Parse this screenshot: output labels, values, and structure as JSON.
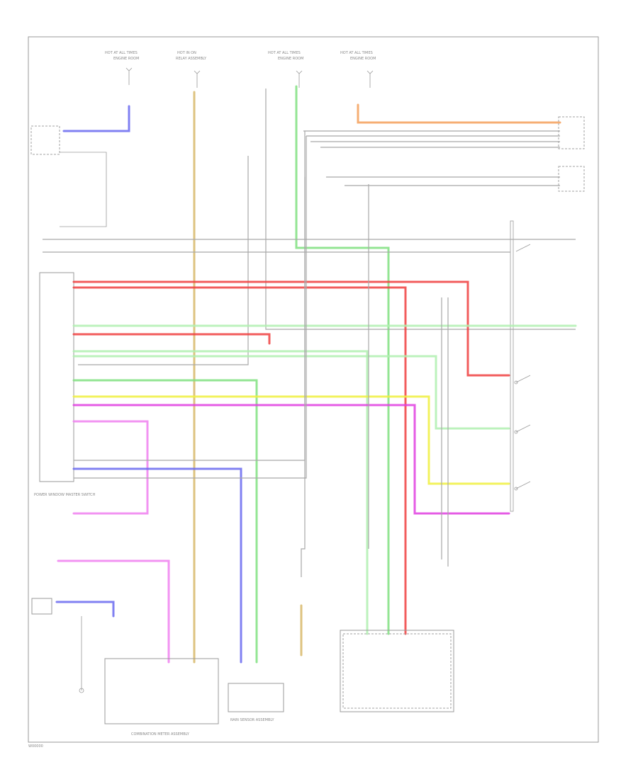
{
  "page": {
    "footer_code": "W00000"
  },
  "fuse_labels": [
    {
      "id": "f1",
      "lines": [
        "HOT AT ALL TIMES",
        "ENGINE ROOM"
      ]
    },
    {
      "id": "f2",
      "lines": [
        "HOT IN ON",
        "RELAY ASSEMBLY"
      ]
    },
    {
      "id": "f3",
      "lines": [
        "HOT AT ALL TIMES",
        "ENGINE ROOM"
      ]
    },
    {
      "id": "f4",
      "lines": [
        "HOT AT ALL TIMES",
        "ENGINE ROOM"
      ]
    }
  ],
  "components": {
    "combination_meter": "COMBINATION METER ASSEMBLY",
    "rain_sensor": "RAIN SENSOR ASSEMBLY",
    "power_window_switch": "POWER WINDOW MASTER SWITCH"
  },
  "wire_colors": {
    "blue": "#6a6af0",
    "orange": "#f5a05a",
    "tan": "#d8b86a",
    "green": "#80e080",
    "red": "#f04040",
    "yellow": "#f0f040",
    "magenta": "#e040e0",
    "pink": "#f080f0",
    "light_blue": "#6a9af0",
    "gray": "#a8a8a8"
  }
}
